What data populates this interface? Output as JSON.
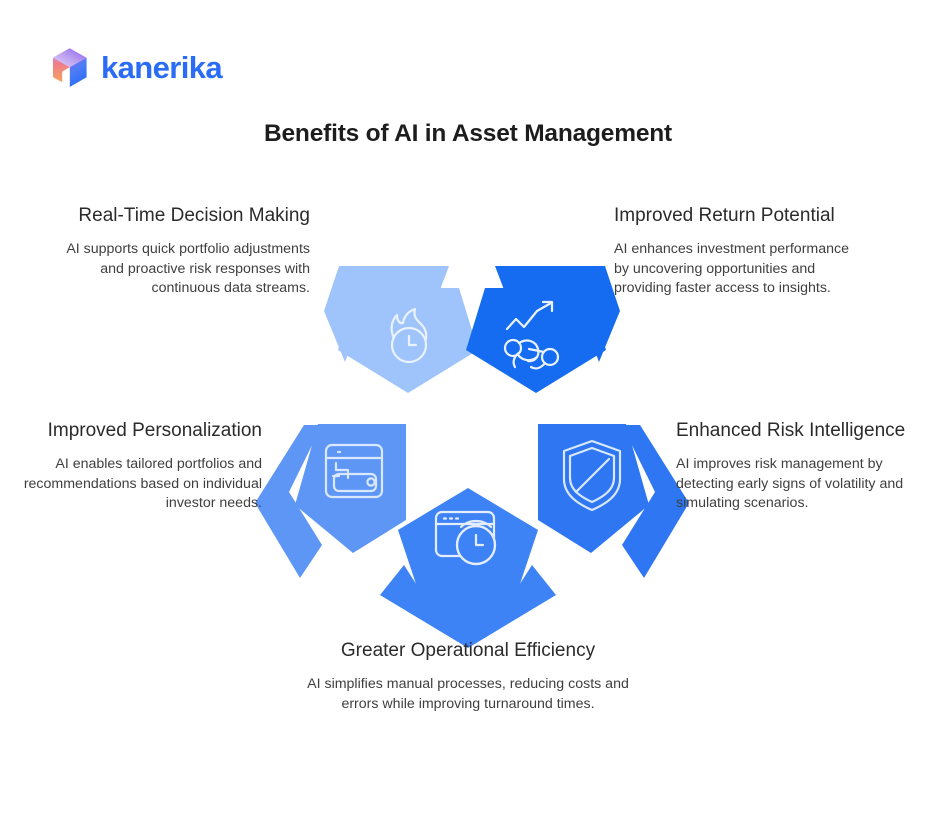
{
  "brand": {
    "name": "kanerika",
    "logo_icon": "cube-logo-icon",
    "logo_colors": [
      "#f06f7a",
      "#f59a5c",
      "#8b5cf6",
      "#2b6cf6"
    ],
    "text_color": "#2b6cf6"
  },
  "header": {
    "title": "Benefits of AI in Asset Management"
  },
  "diagram": {
    "type": "pentagon-arc-infographic",
    "count": 5,
    "items": [
      {
        "id": "real-time-decision-making",
        "heading": "Real-Time Decision Making",
        "body": "AI supports quick portfolio adjustments and proactive risk responses with continuous data streams.",
        "icon": "flame-clock-icon",
        "color": "#9fc4fb",
        "align": "right"
      },
      {
        "id": "improved-return-potential",
        "heading": "Improved Return Potential",
        "body": "AI enhances investment performance by uncovering opportunities and providing faster access to insights.",
        "icon": "growth-arrow-chart-icon",
        "color": "#156cf0",
        "align": "left"
      },
      {
        "id": "improved-personalization",
        "heading": "Improved Personalization",
        "body": "AI enables tailored portfolios and recommendations based on individual investor needs.",
        "icon": "device-stylus-icon",
        "color": "#5e96f6",
        "align": "right"
      },
      {
        "id": "enhanced-risk-intelligence",
        "heading": "Enhanced Risk Intelligence",
        "body": "AI improves risk management by detecting early signs of volatility and simulating scenarios.",
        "icon": "shield-block-icon",
        "color": "#2f76f3",
        "align": "left"
      },
      {
        "id": "greater-operational-efficiency",
        "heading": "Greater Operational Efficiency",
        "body": "AI simplifies manual processes, reducing costs and errors while improving turnaround times.",
        "icon": "browser-clock-icon",
        "color": "#3d83f5",
        "align": "center"
      }
    ]
  },
  "background": "#ffffff"
}
